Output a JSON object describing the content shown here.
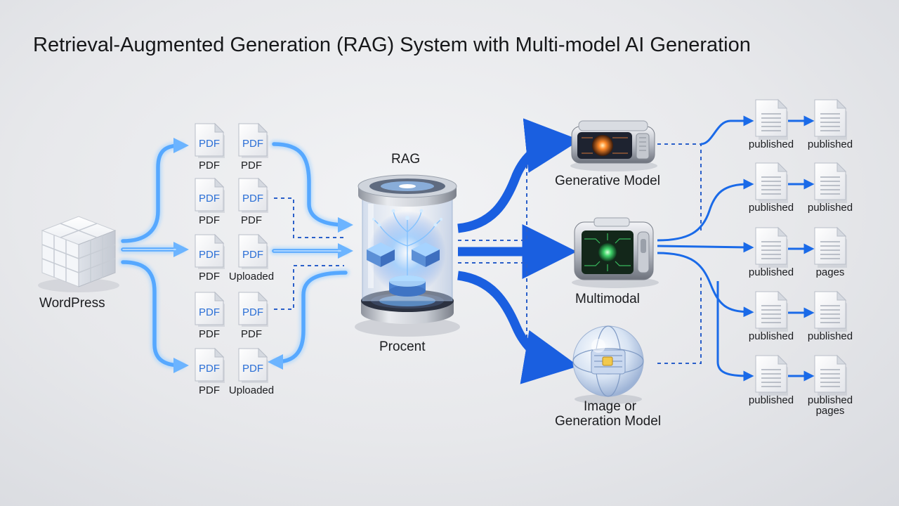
{
  "title": "Retrieval-Augmented Generation (RAG) System with Multi-model AI Generation",
  "source": {
    "label": "WordPress",
    "icon": "wordpress-box-icon"
  },
  "documents": [
    {
      "icon_text": "PDF",
      "label": "PDF",
      "icon_text2": "PDF",
      "label2": "PDF"
    },
    {
      "icon_text": "PDF",
      "label": "PDF",
      "icon_text2": "PDF",
      "label2": "PDF"
    },
    {
      "icon_text": "PDF",
      "label": "PDF",
      "icon_text2": "PDF",
      "label2": "Uploaded"
    },
    {
      "icon_text": "PDF",
      "label": "PDF",
      "icon_text2": "PDF",
      "label2": "PDF"
    },
    {
      "icon_text": "PDF",
      "label": "PDF",
      "icon_text2": "PDF",
      "label2": "Uploaded"
    }
  ],
  "rag": {
    "top_label": "RAG",
    "bottom_label": "Procent",
    "icon": "rag-cylinder-icon"
  },
  "models": [
    {
      "label_lines": [
        "Generative Model"
      ],
      "icon": "generative-model-icon",
      "accent": "#ff6a1a"
    },
    {
      "label_lines": [
        "Multimodal"
      ],
      "icon": "multimodal-chip-icon",
      "accent": "#3bd16f"
    },
    {
      "label_lines": [
        "Image or",
        "Generation Model"
      ],
      "icon": "image-generation-sphere-icon",
      "accent": "#f2c94c"
    }
  ],
  "outputs": [
    {
      "left": "published",
      "right": [
        "published"
      ]
    },
    {
      "left": "published",
      "right": [
        "published"
      ]
    },
    {
      "left": "published",
      "right": [
        "pages"
      ]
    },
    {
      "left": "published",
      "right": [
        "published"
      ]
    },
    {
      "left": "published",
      "right": [
        "published",
        "pages"
      ]
    }
  ],
  "colors": {
    "arrow_blue": "#1a5fe0",
    "glow_blue": "#5aaeff",
    "dashed": "#2a5fc9"
  }
}
